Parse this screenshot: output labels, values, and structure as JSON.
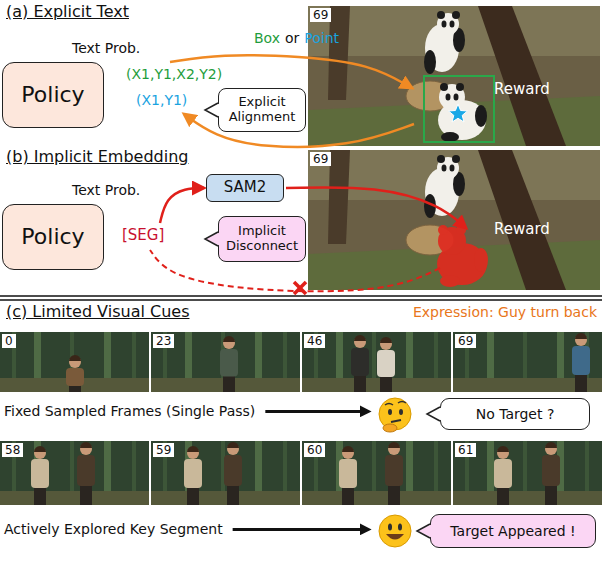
{
  "diagram": {
    "nodes": [
      {
        "text": [
          "Policy"
        ]
      },
      {
        "text": [
          "Explicit Alignment"
        ]
      },
      {
        "text": [
          "Policy"
        ]
      },
      {
        "text": [
          "SAM2"
        ]
      },
      {
        "text": [
          "Implicit Disconnect"
        ]
      },
      {
        "text": [
          "No Target ?"
        ]
      },
      {
        "text": [
          "Target Appeared !"
        ]
      }
    ],
    "labels": [
      "(a) Explicit Text",
      "Text Prob.",
      "Box",
      "or",
      "Point",
      "(X1,Y1,X2,Y2)",
      "(X1,Y1)",
      "69",
      "Reward",
      "(b) Implicit Embedding",
      "Text Prob.",
      "[SEG]",
      "69",
      "Reward",
      "(c) Limited Visual Cues",
      "Expression: Guy turn back",
      "0",
      "23",
      "46",
      "69",
      "Fixed Sampled Frames (Single Pass)",
      "58",
      "59",
      "60",
      "61",
      "Actively Explored Key Segment"
    ]
  }
}
